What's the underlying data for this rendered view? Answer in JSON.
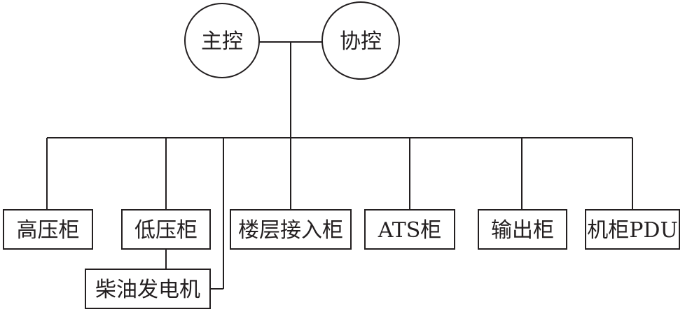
{
  "diagram": {
    "controllers": {
      "main": "主控",
      "assist": "协控"
    },
    "cabinets": {
      "high_voltage": "高压柜",
      "low_voltage": "低压柜",
      "floor_access": "楼层接入柜",
      "ats": "ATS柜",
      "output": "输出柜",
      "rack_pdu": "机柜PDU"
    },
    "generator": "柴油发电机",
    "colors": {
      "stroke": "#231f20",
      "fill": "#ffffff",
      "text": "#231f20"
    }
  }
}
